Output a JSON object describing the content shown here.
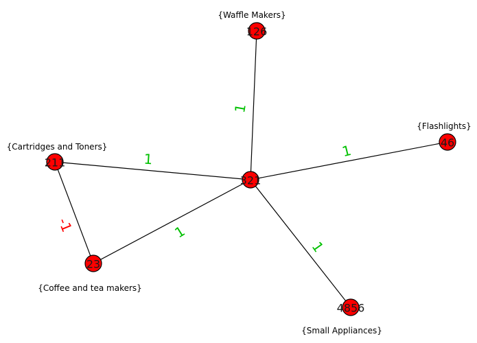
{
  "colors": {
    "node_fill": "#ff0000",
    "positive_edge_label": "#00c000",
    "negative_edge_label": "#ff0000"
  },
  "nodes": [
    {
      "id": "321",
      "label": ""
    },
    {
      "id": "126",
      "label": "{Waffle Makers}"
    },
    {
      "id": "46",
      "label": "{Flashlights}"
    },
    {
      "id": "211",
      "label": "{Cartridges and Toners}"
    },
    {
      "id": "23",
      "label": "{Coffee and tea makers}"
    },
    {
      "id": "4856",
      "label": "{Small Appliances}"
    }
  ],
  "edges": [
    {
      "source": "321",
      "target": "126",
      "weight": "1",
      "sign": "positive"
    },
    {
      "source": "321",
      "target": "46",
      "weight": "1",
      "sign": "positive"
    },
    {
      "source": "321",
      "target": "211",
      "weight": "1",
      "sign": "positive"
    },
    {
      "source": "321",
      "target": "23",
      "weight": "1",
      "sign": "positive"
    },
    {
      "source": "321",
      "target": "4856",
      "weight": "1",
      "sign": "positive"
    },
    {
      "source": "211",
      "target": "23",
      "weight": "-1",
      "sign": "negative"
    }
  ]
}
